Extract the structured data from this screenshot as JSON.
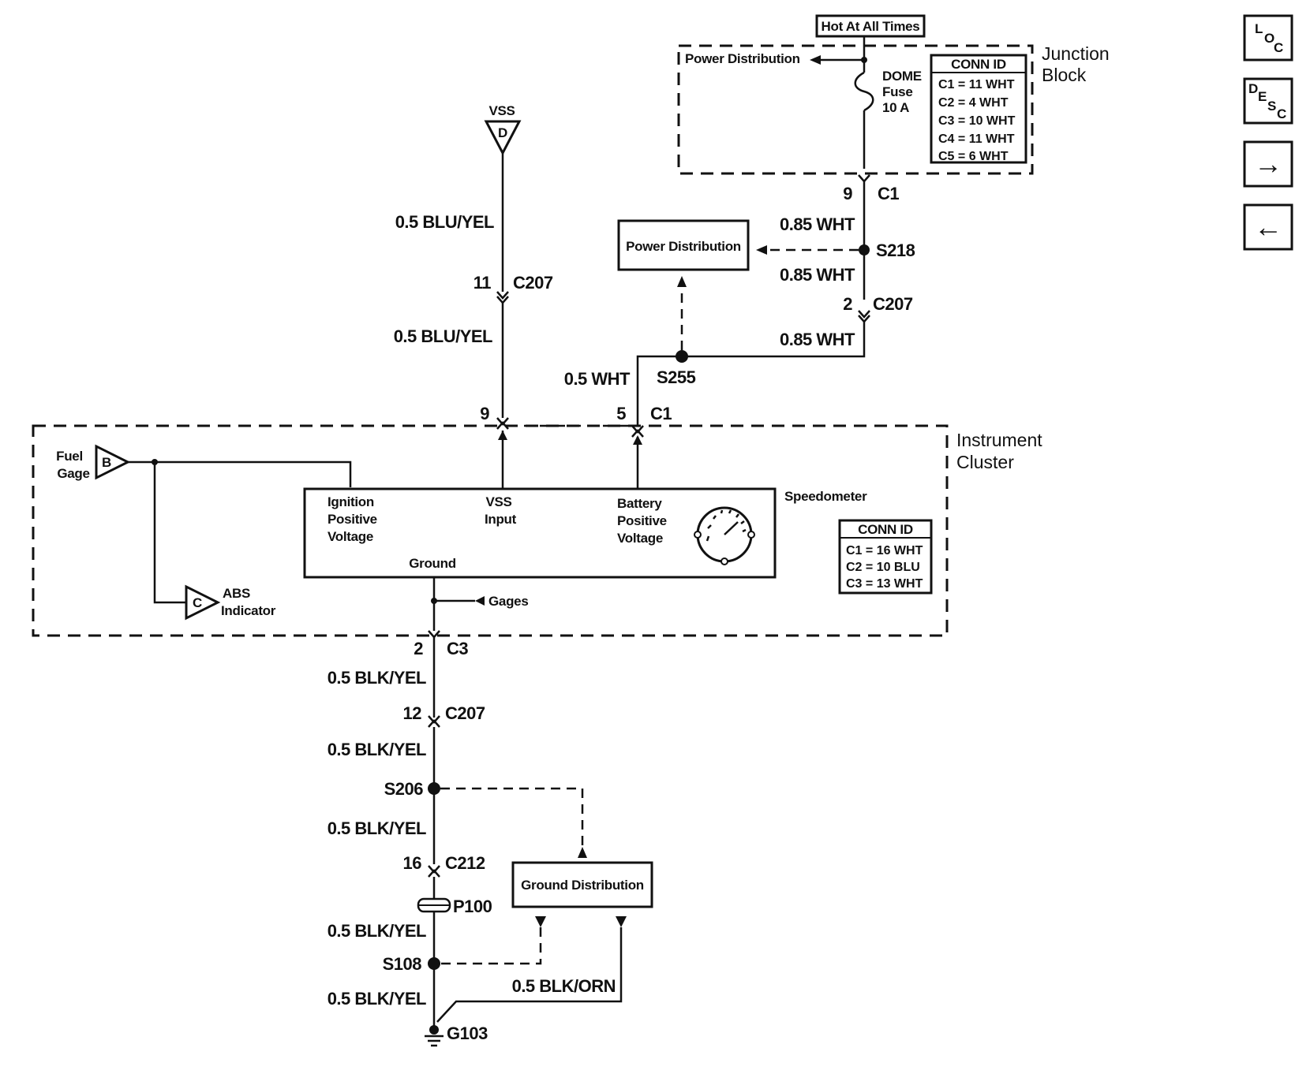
{
  "header": {
    "hot_label": "Hot At All Times"
  },
  "junction_block": {
    "title_line1": "Junction",
    "title_line2": "Block",
    "power_dist": "Power Distribution",
    "fuse_line1": "DOME",
    "fuse_line2": "Fuse",
    "fuse_line3": "10 A",
    "conn_title": "CONN ID",
    "conns": [
      "C1 = 11 WHT",
      "C2 = 4 WHT",
      "C3 = 10 WHT",
      "C4 = 11 WHT",
      "C5 = 6 WHT"
    ]
  },
  "instrument_cluster": {
    "title_line1": "Instrument",
    "title_line2": "Cluster",
    "speedometer": "Speedometer",
    "ignition": [
      "Ignition",
      "Positive",
      "Voltage"
    ],
    "vss_input": [
      "VSS",
      "Input"
    ],
    "battery": [
      "Battery",
      "Positive",
      "Voltage"
    ],
    "ground": "Ground",
    "gages": "Gages",
    "fuel_gage": [
      "Fuel",
      "Gage"
    ],
    "abs_indicator": [
      "ABS",
      "Indicator"
    ],
    "conn_title": "CONN ID",
    "conns": [
      "C1 = 16 WHT",
      "C2 = 10 BLU",
      "C3 = 13 WHT"
    ]
  },
  "refs": {
    "fuel": "B",
    "abs": "C",
    "vss": "D"
  },
  "vss_label": "VSS",
  "wires": {
    "blu_yel_upper": "0.5 BLU/YEL",
    "blu_yel_lower": "0.5 BLU/YEL",
    "wht_085_a": "0.85 WHT",
    "wht_085_b": "0.85 WHT",
    "wht_085_c": "0.85 WHT",
    "wht_05": "0.5 WHT",
    "blk_yel_1": "0.5 BLK/YEL",
    "blk_yel_2": "0.5 BLK/YEL",
    "blk_yel_3": "0.5 BLK/YEL",
    "blk_yel_4": "0.5 BLK/YEL",
    "blk_yel_5": "0.5 BLK/YEL",
    "blk_orn": "0.5 BLK/ORN"
  },
  "connectors": {
    "c207_vss_pin": "11",
    "c207": "C207",
    "c1_jb_pin": "9",
    "c1": "C1",
    "c207_wht_pin": "2",
    "c1_vss_pin": "9",
    "c1_bat_pin": "5",
    "c3_pin": "2",
    "c3": "C3",
    "c207_gnd_pin": "12",
    "c212_pin": "16",
    "c212": "C212"
  },
  "splices": {
    "s218": "S218",
    "s255": "S255",
    "s206": "S206",
    "s108": "S108",
    "p100": "P100",
    "g103": "G103"
  },
  "boxes": {
    "power_distribution": "Power Distribution",
    "ground_distribution": "Ground Distribution"
  },
  "nav": {
    "loc": [
      "L",
      "O",
      "C"
    ],
    "desc": [
      "D",
      "E",
      "S",
      "C"
    ],
    "next": "→",
    "prev": "←"
  }
}
